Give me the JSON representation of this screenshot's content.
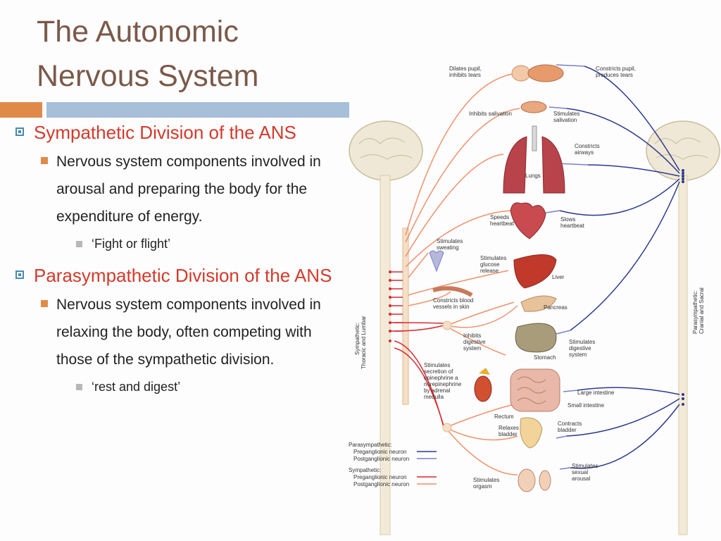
{
  "slide": {
    "title_line1": "The Autonomic",
    "title_line2": "Nervous System",
    "sympathetic": {
      "heading": "Sympathetic Division of the ANS",
      "desc": "Nervous system components involved in arousal and preparing the body for the expenditure of energy.",
      "tagline": "‘Fight or flight’"
    },
    "parasympathetic": {
      "heading": "Parasympathetic Division of the ANS",
      "desc": "Nervous system components involved in relaxing the body, often competing with those of the sympathetic division.",
      "tagline": "‘rest and digest’"
    }
  },
  "diagram": {
    "colors": {
      "sympathetic": "#d9282f",
      "parasympathetic": "#2b3a8f",
      "sym_post": "#f0906a",
      "para_post": "#7a7fcf"
    },
    "left_effects": {
      "pupil": "Dilates pupil,",
      "pupil2": "inhibits tears",
      "saliva": "Inhibits salivation",
      "sweat": "Stimulates",
      "sweat2": "sweating",
      "heart": "Speeds",
      "heart2": "heartbeat",
      "glucose": "Stimulates",
      "glucose2": "glucose",
      "glucose3": "release",
      "vessels": "Constricts blood",
      "vessels2": "vessels in skin",
      "digest": "Inhibits",
      "digest2": "digestive",
      "digest3": "system",
      "adrenal": "Stimulates",
      "adrenal2": "secretion of",
      "adrenal3": "epinephrine a",
      "adrenal4": "norepinephrine",
      "adrenal5": "by adrenal",
      "adrenal6": "medulla",
      "bladder": "Relaxes",
      "bladder2": "bladder",
      "orgasm": "Stimulates",
      "orgasm2": "orgasm"
    },
    "right_effects": {
      "pupil": "Constricts pupil,",
      "pupil2": "produces tears",
      "saliva": "Stimulates",
      "saliva2": "salivation",
      "airways": "Constricts",
      "airways2": "airways",
      "heart": "Slows",
      "heart2": "heartbeat",
      "digest": "Stimulates",
      "digest2": "digestive",
      "digest3": "system",
      "bladder": "Contracts",
      "bladder2": "bladder",
      "arousal": "Stimulates",
      "arousal2": "sexual",
      "arousal3": "arousal"
    },
    "organs": {
      "lungs": "Lungs",
      "liver": "Liver",
      "pancreas": "Pancreas",
      "stomach": "Stomach",
      "large_intestine": "Large intestine",
      "small_intestine": "Small intestine",
      "rectum": "Rectum"
    },
    "spine_left": "Sympathetic:",
    "spine_left2": "Thoracic and Lumbar",
    "spine_right": "Parasympathetic:",
    "spine_right2": "Cranial and Sacral",
    "legend": {
      "para_title": "Parasympathetic:",
      "para_pre": "Preganglionic neuron",
      "para_post": "Postganglionic neuron",
      "sym_title": "Sympathetic:",
      "sym_pre": "Preganglionic neuron",
      "sym_post": "Postganglionic neuron"
    }
  }
}
